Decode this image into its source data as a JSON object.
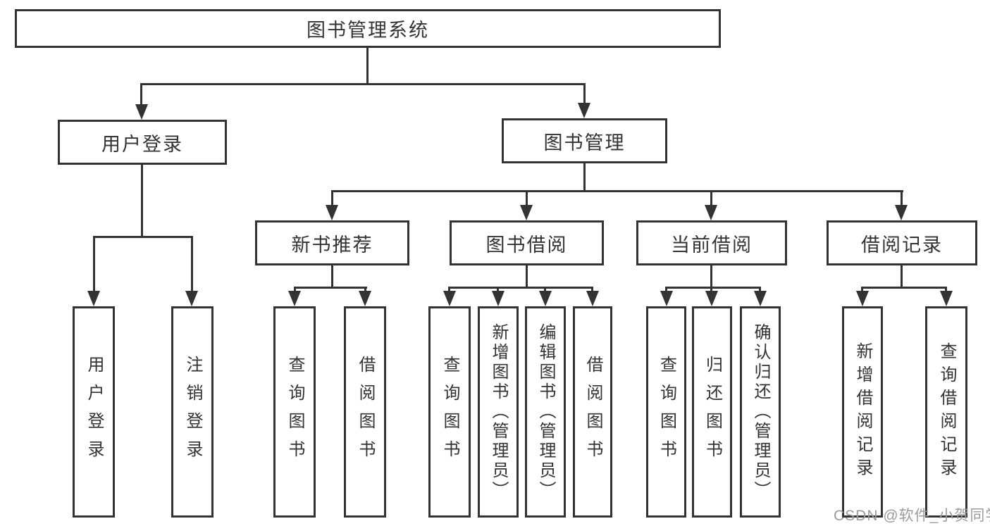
{
  "diagram": {
    "root": {
      "label": "图书管理系统"
    },
    "level2": [
      {
        "id": "user-login",
        "label": "用户登录"
      },
      {
        "id": "book-management",
        "label": "图书管理"
      }
    ],
    "level3": [
      {
        "id": "new-book-recommend",
        "label": "新书推荐"
      },
      {
        "id": "book-borrow",
        "label": "图书借阅"
      },
      {
        "id": "current-borrow",
        "label": "当前借阅"
      },
      {
        "id": "borrow-record",
        "label": "借阅记录"
      }
    ],
    "leaves": {
      "user_login": [
        "用户登录",
        "注销登录"
      ],
      "new_book": [
        "查询图书",
        "借阅图书"
      ],
      "book_borrow": [
        "查询图书",
        "新增图书（管理员）",
        "编辑图书（管理员）",
        "借阅图书"
      ],
      "current_borrow": [
        "查询图书",
        "归还图书",
        "确认归还（管理员）"
      ],
      "borrow_record": [
        "新增借阅记录",
        "查询借阅记录"
      ]
    }
  },
  "watermark": {
    "text": "CSDN @软件_小贺同学"
  },
  "colors": {
    "line": "#333333",
    "text": "#333333",
    "watermark_text": "#9b9ba1",
    "background": "#ffffff"
  }
}
